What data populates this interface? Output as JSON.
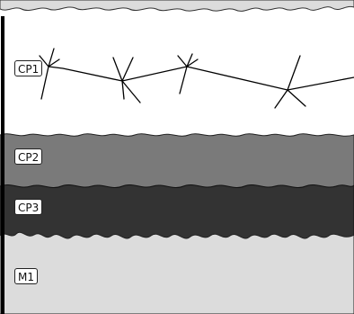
{
  "layers": [
    {
      "id": "cp1",
      "label": "CP1",
      "color": "#ffffff"
    },
    {
      "id": "cp2",
      "label": "CP2",
      "color": "#7a7a7a"
    },
    {
      "id": "cp3",
      "label": "CP3",
      "color": "#333333"
    },
    {
      "id": "m1",
      "label": "M1",
      "color": "#dcdcdc"
    }
  ],
  "colors": {
    "top_band": "#dcdcdc",
    "left_border": "#000000",
    "crack_line": "#000000"
  }
}
